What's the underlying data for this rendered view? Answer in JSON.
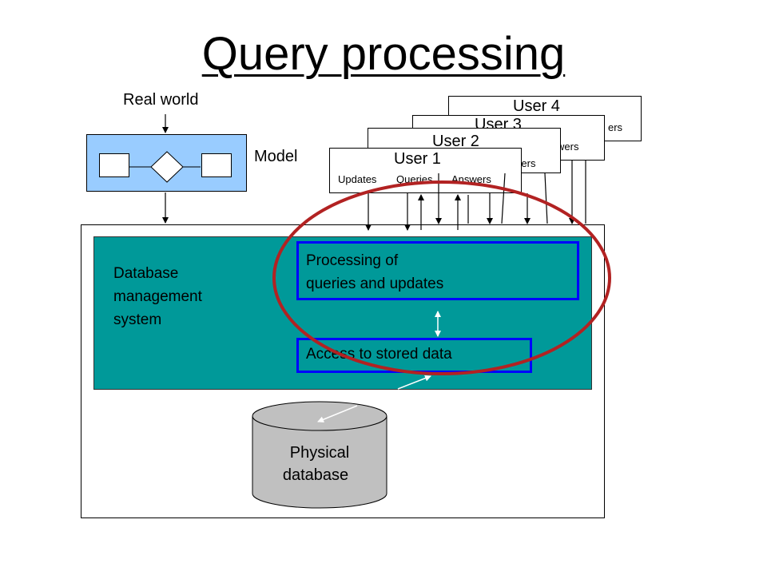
{
  "title": "Query processing",
  "real_world": "Real world",
  "model": "Model",
  "users": [
    {
      "title": "User 4",
      "answers": "ers"
    },
    {
      "title": "User 3",
      "answers": "wers"
    },
    {
      "title": "User 2",
      "answers": "wers"
    },
    {
      "title": "User 1",
      "updates": "Updates",
      "queries": "Queries",
      "answers": "Answers"
    }
  ],
  "dbms": {
    "line1": "Database",
    "line2": "management",
    "line3": "system"
  },
  "processing": {
    "line1": "Processing of",
    "line2": "queries and updates"
  },
  "access": "Access to stored data",
  "physical": {
    "line1": "Physical",
    "line2": "database"
  },
  "colors": {
    "dbms": "#009999",
    "model": "#99ccff",
    "highlight_box": "#0000ff",
    "ellipse": "#b22222",
    "cylinder": "#c0c0c0"
  }
}
